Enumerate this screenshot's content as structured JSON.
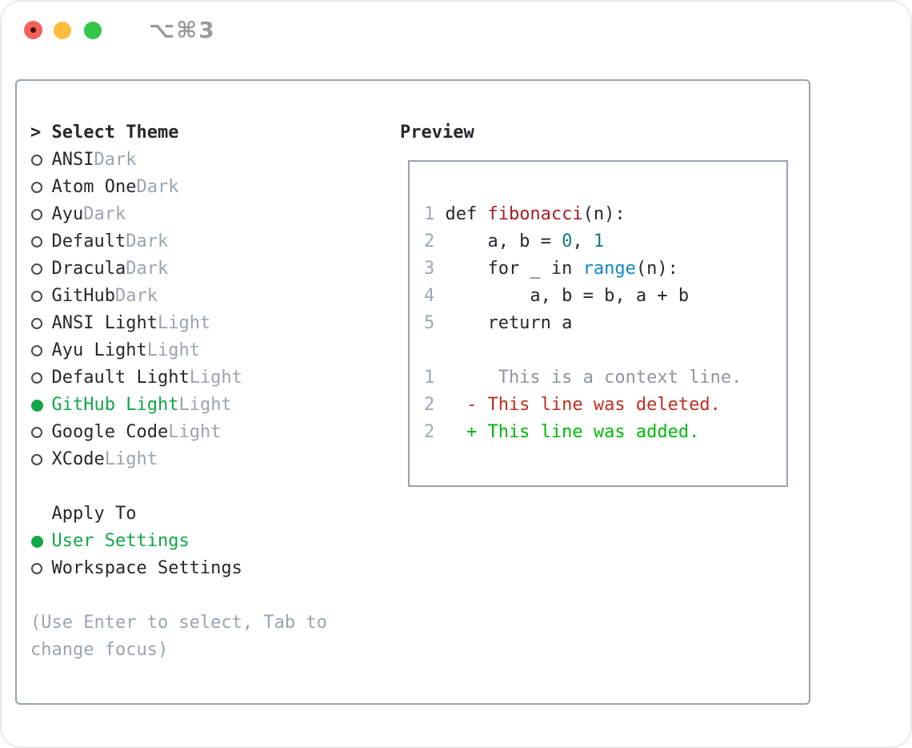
{
  "window": {
    "title": "⌥⌘3",
    "traffic_lights": [
      "close",
      "minimize",
      "zoom"
    ]
  },
  "theme_picker": {
    "header": {
      "cursor": ">",
      "label": "Select Theme"
    },
    "items": [
      {
        "name": "ANSI",
        "variant": "Dark",
        "selected": false
      },
      {
        "name": "Atom One",
        "variant": "Dark",
        "selected": false
      },
      {
        "name": "Ayu",
        "variant": "Dark",
        "selected": false
      },
      {
        "name": "Default",
        "variant": "Dark",
        "selected": false
      },
      {
        "name": "Dracula",
        "variant": "Dark",
        "selected": false
      },
      {
        "name": "GitHub",
        "variant": "Dark",
        "selected": false
      },
      {
        "name": "ANSI Light",
        "variant": "Light",
        "selected": false
      },
      {
        "name": "Ayu Light",
        "variant": "Light",
        "selected": false
      },
      {
        "name": "Default Light",
        "variant": "Light",
        "selected": false
      },
      {
        "name": "GitHub Light",
        "variant": "Light",
        "selected": true
      },
      {
        "name": "Google Code",
        "variant": "Light",
        "selected": false
      },
      {
        "name": "XCode",
        "variant": "Light",
        "selected": false
      }
    ],
    "apply_to": {
      "label": "Apply To",
      "options": [
        {
          "name": "User Settings",
          "selected": true
        },
        {
          "name": "Workspace Settings",
          "selected": false
        }
      ]
    },
    "hint": [
      "(Use Enter to select, Tab to",
      "change focus)"
    ]
  },
  "preview": {
    "label": "Preview",
    "code_lines": [
      {
        "num": "1",
        "segments": [
          {
            "t": "def ",
            "c": "plain"
          },
          {
            "t": "fibonacci",
            "c": "func"
          },
          {
            "t": "(n):",
            "c": "plain"
          }
        ]
      },
      {
        "num": "2",
        "segments": [
          {
            "t": "    a, b = ",
            "c": "plain"
          },
          {
            "t": "0",
            "c": "num"
          },
          {
            "t": ", ",
            "c": "plain"
          },
          {
            "t": "1",
            "c": "num"
          }
        ]
      },
      {
        "num": "3",
        "segments": [
          {
            "t": "    for _ in ",
            "c": "plain"
          },
          {
            "t": "range",
            "c": "builtin"
          },
          {
            "t": "(n):",
            "c": "plain"
          }
        ]
      },
      {
        "num": "4",
        "segments": [
          {
            "t": "        a, b = b, a + b",
            "c": "plain"
          }
        ]
      },
      {
        "num": "5",
        "segments": [
          {
            "t": "    return a",
            "c": "plain"
          }
        ]
      },
      {
        "num": "",
        "segments": []
      },
      {
        "num": "1",
        "segments": [
          {
            "t": "     This is a context line.",
            "c": "context"
          }
        ]
      },
      {
        "num": "2",
        "segments": [
          {
            "t": "  - This line was deleted.",
            "c": "deleted"
          }
        ]
      },
      {
        "num": "2",
        "segments": [
          {
            "t": "  + This line was added.",
            "c": "added"
          }
        ]
      }
    ]
  },
  "colors": {
    "text_dark": "#24292e",
    "muted_gray": "#9aa5b1",
    "border_gray": "#9aa3ae",
    "select_green": "#12a649",
    "added_green": "#00b80a",
    "deleted_red": "#bf2d20",
    "func_red": "#a61d24",
    "builtin_blue": "#1286c8",
    "number_teal": "#0d7e80",
    "context_gray": "#8d97a2",
    "line_num_gray": "#9ea8b4",
    "title_gray": "#9a9a9a",
    "tl_red": "#f4615c",
    "tl_yellow": "#fcbd3f",
    "tl_green": "#33c748"
  }
}
